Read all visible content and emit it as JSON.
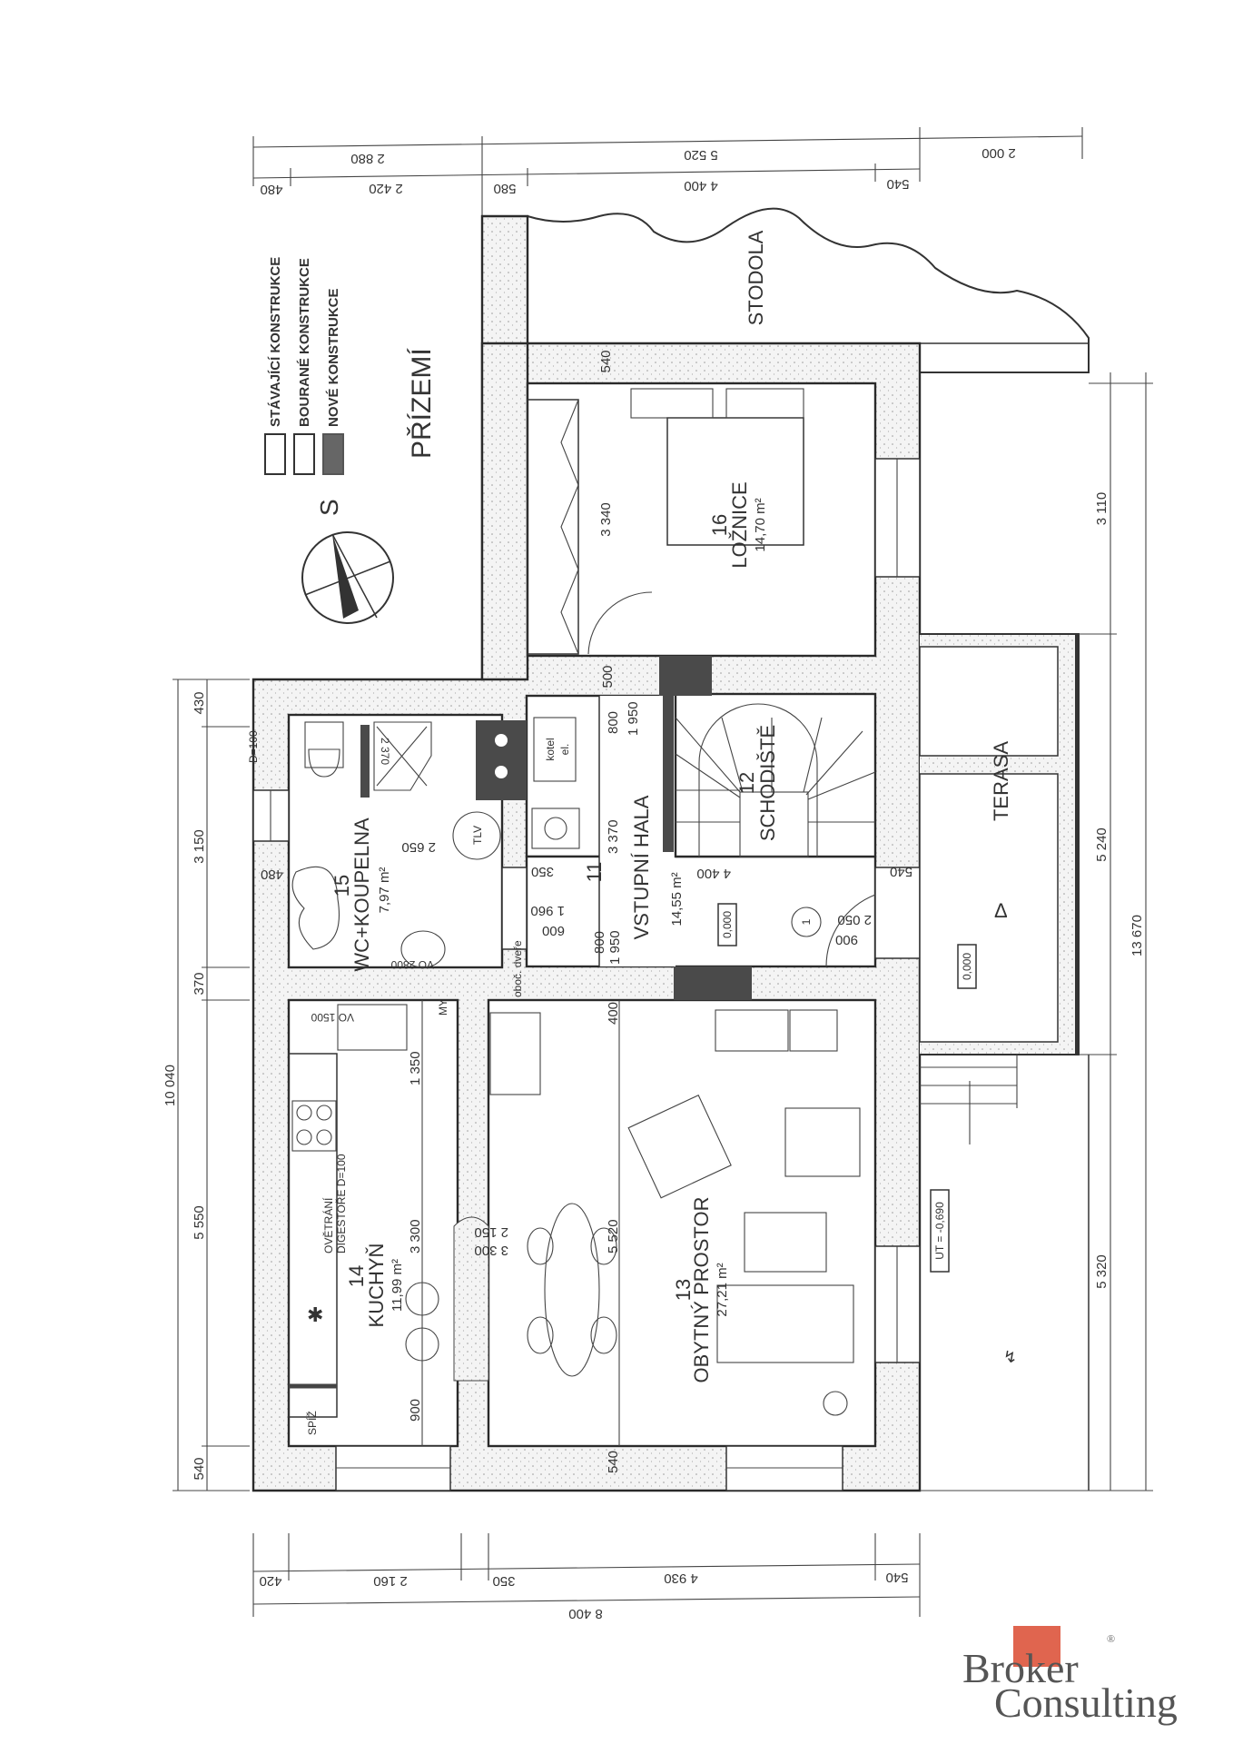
{
  "title": "PŘÍZEMÍ",
  "legend": [
    {
      "label": "STÁVAJÍCÍ KONSTRUKCE",
      "swatch": "#ffffff"
    },
    {
      "label": "BOURANÉ KONSTRUKCE",
      "swatch": "#ffffff"
    },
    {
      "label": "NOVÉ KONSTRUKCE",
      "swatch": "#555555"
    }
  ],
  "compass": {
    "label": "S"
  },
  "rooms": {
    "bedroom": {
      "number": "16",
      "name": "LOŽNICE",
      "area": "14,70 m²"
    },
    "bathroom": {
      "number": "15",
      "name": "WC+KOUPELNA",
      "area": "7,97 m²"
    },
    "hall": {
      "number": "11",
      "name": "VSTUPNÍ HALA",
      "area": "14,55 m²"
    },
    "stairs": {
      "number": "12",
      "name": "SCHODIŠTĚ"
    },
    "kitchen": {
      "number": "14",
      "name": "KUCHYŇ",
      "area": "11,99 m²"
    },
    "living": {
      "number": "13",
      "name": "OBYTNÝ PROSTOR",
      "area": "27,21 m²"
    },
    "barn": {
      "name": "STODOLA"
    },
    "terrace": {
      "name": "TERASA"
    }
  },
  "annotations": {
    "boiler": "kotel",
    "boiler_sub": "el.",
    "vo1500": "VO 1500",
    "vo2800": "VO 2800",
    "d100": "D=100",
    "shower": "2 370",
    "dishwasher": "MY",
    "pantry": "SPÍŽ",
    "hood_1": "OVĚTRÁNÍ",
    "hood_2": "DIGESTOŘE D=100",
    "tlv": "TLV",
    "level_hall": "0,000",
    "level_terrace": "0,000",
    "terrain": "UT = -0,690",
    "door_mark": "1",
    "door_note": "oboč. dveře"
  },
  "dimensions": {
    "top_outer": [
      "2 880",
      "5 520",
      "2 000"
    ],
    "top_inner": [
      "480",
      "2 420",
      "580",
      "4 400",
      "540"
    ],
    "bottom_inner": [
      "420",
      "2 160",
      "350",
      "4 930",
      "540"
    ],
    "bottom_outer": "8 400",
    "left_outer": "10 040",
    "left_inner": [
      "430",
      "3 150",
      "370",
      "5 550",
      "540"
    ],
    "right_inner": [
      "3 110",
      "5 240",
      "5 320"
    ],
    "right_outer": "13 670",
    "interior": {
      "bedroom_w": "3 340",
      "wall_540a": "540",
      "door_500": "500",
      "door_800a": "800",
      "h_1950a": "1 950",
      "hall_3370": "3 370",
      "d_350": "350",
      "d_1960": "1 960",
      "d_600": "600",
      "d_800b": "800",
      "h_1950b": "1 950",
      "stair_4400": "4 400",
      "wall_540b": "540",
      "door_2050": "2 050",
      "door_900": "900",
      "bath_2650": "2 650",
      "bath_480": "480",
      "k_1350": "1 350",
      "k_3300": "3 300",
      "k_900": "900",
      "l_2150": "2 150",
      "l_3300": "3 300",
      "l_5520": "5 520",
      "wall_540c": "540",
      "d_400": "400"
    }
  },
  "logo": {
    "line1": "Broker",
    "line2": "Consulting",
    "accent": "#e0654f",
    "mark": "®"
  }
}
